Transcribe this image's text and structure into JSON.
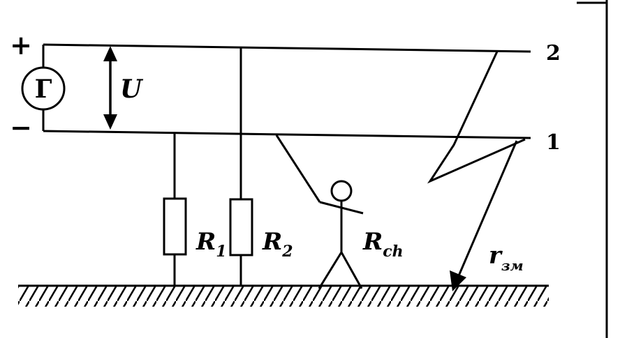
{
  "labels": {
    "plus": "+",
    "minus": "−",
    "generator": "Г",
    "voltage": "U",
    "line2": "2",
    "line1": "1",
    "r1_main": "R",
    "r1_sub": "1",
    "r2_main": "R",
    "r2_sub": "2",
    "rch_main": "R",
    "rch_sub": "ch",
    "rzm_main": "r",
    "rzm_sub": "зм"
  },
  "icons": {
    "ground": "hatched-ground-icon",
    "person": "stick-figure-icon",
    "generator": "generator-circle-icon",
    "resistor": "resistor-rectangle-icon",
    "fault": "lightning-break-icon"
  },
  "colors": {
    "ink": "#000000",
    "paper": "#ffffff"
  }
}
